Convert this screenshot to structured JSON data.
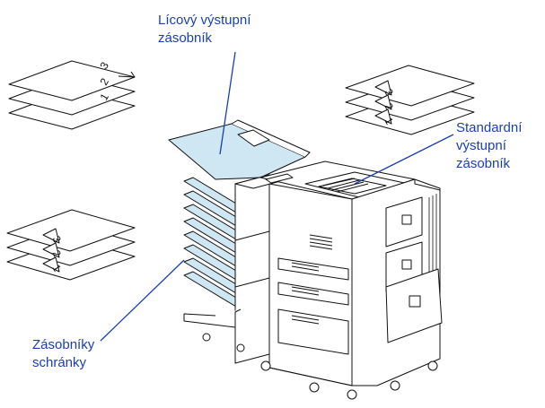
{
  "labels": {
    "face_up_bin": {
      "line1": "Lícový výstupní",
      "line2": "zásobník"
    },
    "standard_bin": {
      "line1": "Standardní",
      "line2": "výstupní",
      "line3": "zásobník"
    },
    "mailbox_bins": {
      "line1": "Zásobníky",
      "line2": "schránky"
    }
  },
  "paper_stacks": [
    {
      "name": "top-left",
      "numbers": [
        "3",
        "2",
        "1"
      ]
    },
    {
      "name": "top-right",
      "numbers": [
        "3",
        "2",
        "1"
      ]
    },
    {
      "name": "mid-left",
      "numbers": [
        "3",
        "2",
        "1"
      ]
    }
  ],
  "colors": {
    "callout": "#1a3fb5",
    "highlight": "#cfe6f3",
    "line": "#111111"
  }
}
